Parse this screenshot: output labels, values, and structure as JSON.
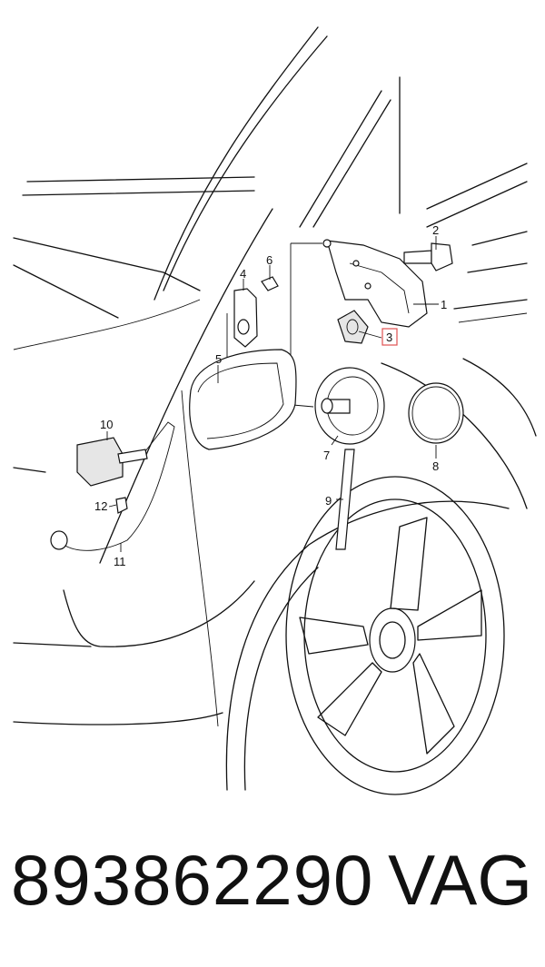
{
  "diagram": {
    "callouts": [
      "1",
      "2",
      "3",
      "4",
      "5",
      "6",
      "7",
      "8",
      "9",
      "10",
      "11",
      "12"
    ],
    "highlighted_callout": "3",
    "highlight_color": "#e05252"
  },
  "footer": {
    "part_number": "893862290",
    "brand": "VAG"
  }
}
